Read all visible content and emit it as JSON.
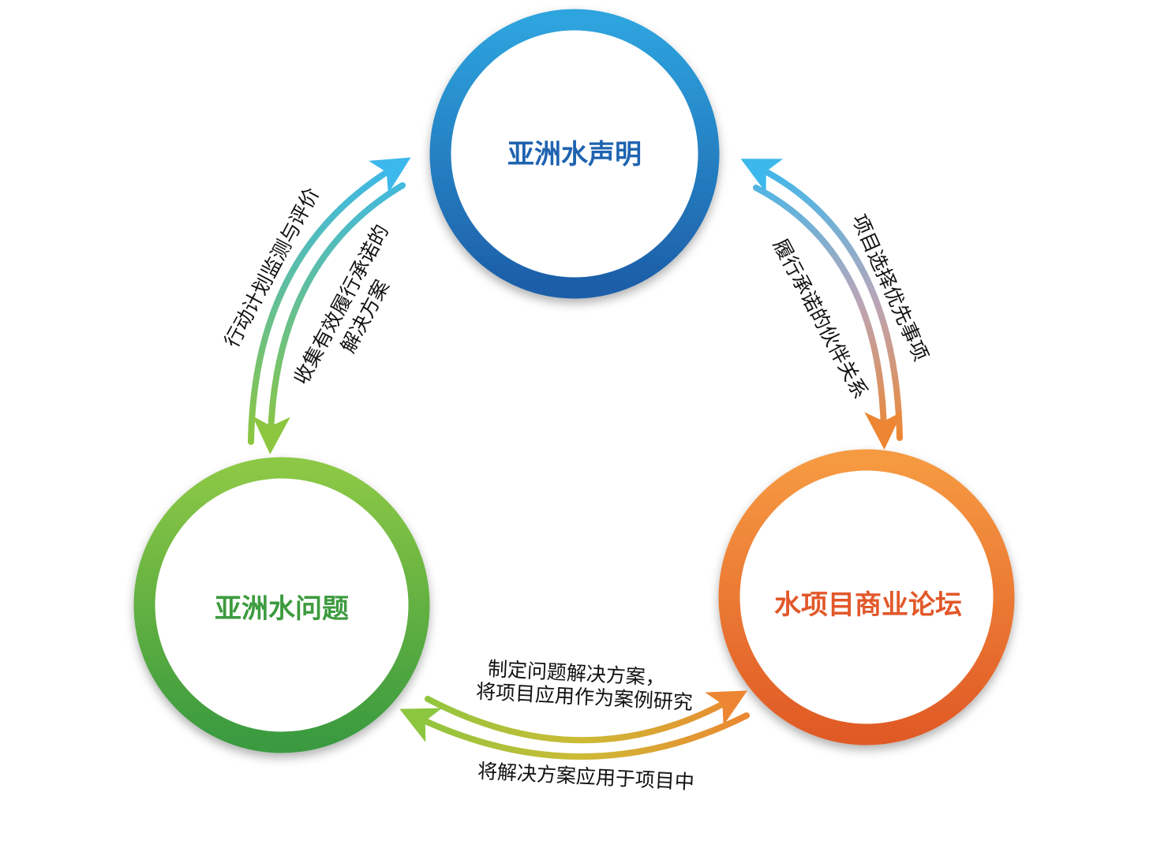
{
  "nodes": {
    "top": {
      "label": "亚洲水声明",
      "color": "#1f63b0"
    },
    "left": {
      "label": "亚洲水问题",
      "color": "#3c9b3e"
    },
    "right": {
      "label": "水项目商业论坛",
      "color": "#e2582a"
    }
  },
  "edges": {
    "left_up": "行动计划监测与评价",
    "left_down_line1": "收集有效履行承诺的",
    "left_down_line2": "解决方案",
    "right_down_outer": "项目选择优先事项",
    "right_down_inner": "履行承诺的伙伴关系",
    "bottom_right_line1": "制定问题解决方案，",
    "bottom_right_line2": "将项目应用作为案例研究",
    "bottom_left": "将解决方案应用于项目中"
  },
  "colors": {
    "blue": "#3cb8ec",
    "green": "#8cc63f",
    "orange": "#ec8632"
  }
}
